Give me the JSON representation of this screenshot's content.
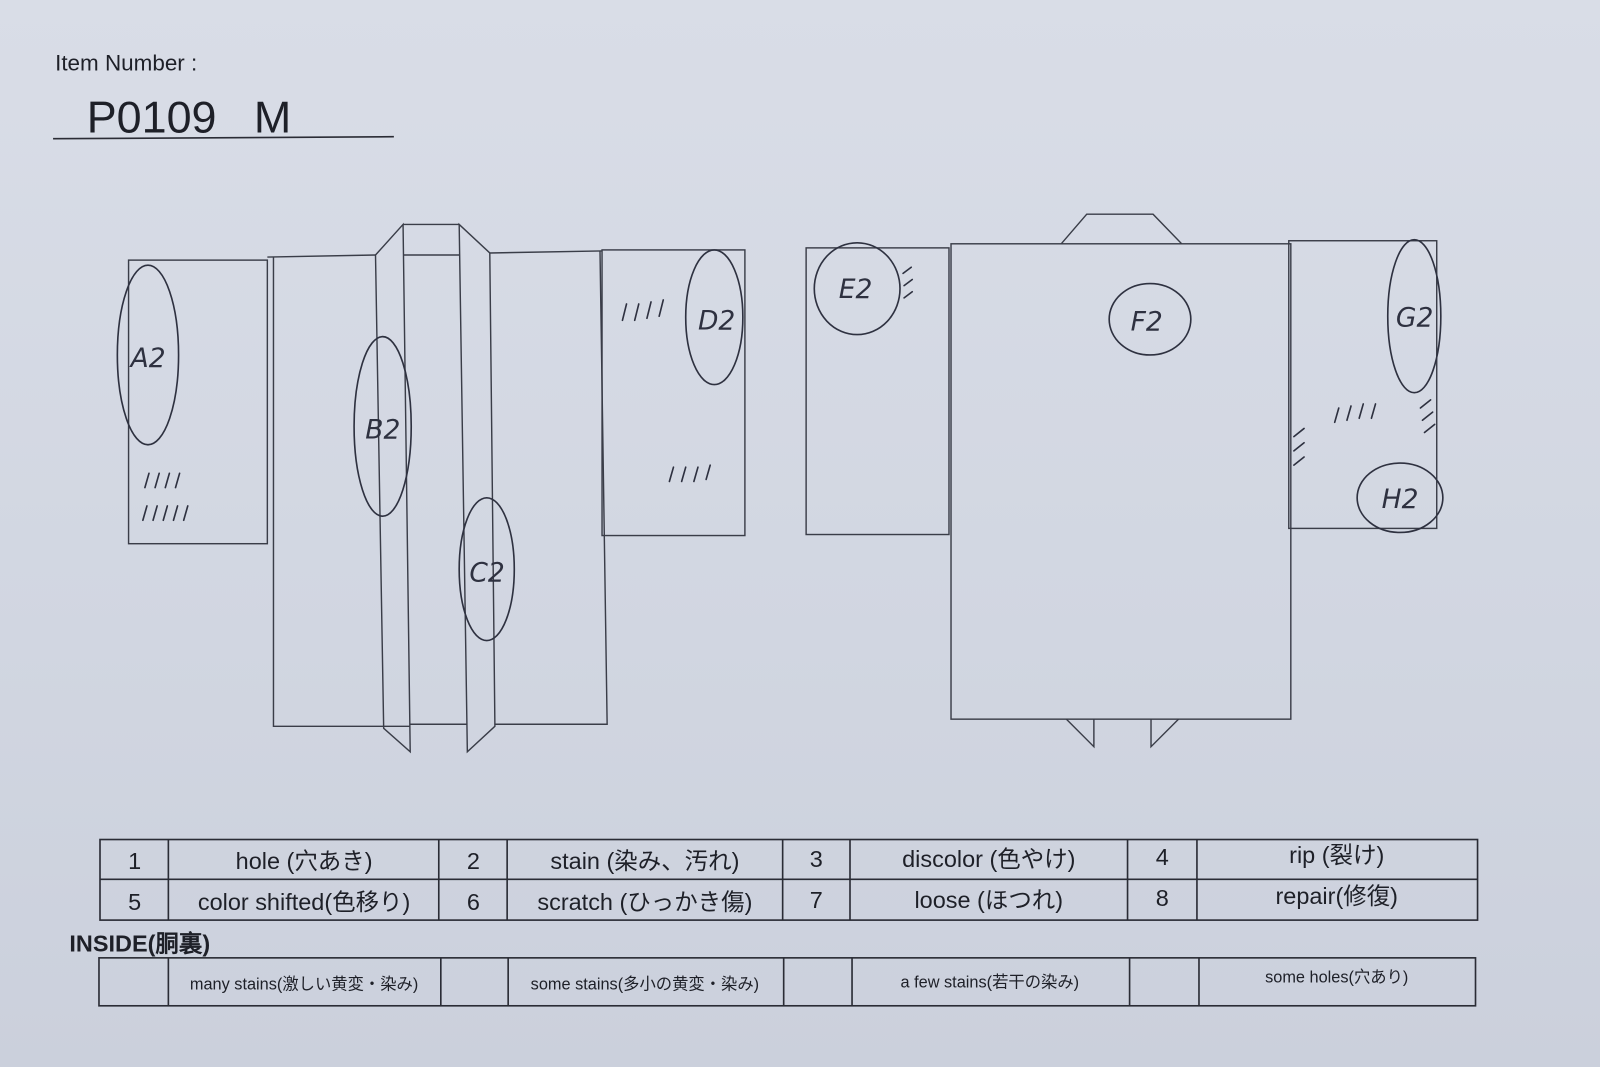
{
  "header": {
    "item_number_label": "Item Number :",
    "item_number_value": "P0109   M"
  },
  "diagram_marks": [
    "A2",
    "B2",
    "C2",
    "D2",
    "E2",
    "F2",
    "G2",
    "H2"
  ],
  "legend": {
    "rows": [
      [
        {
          "num": "1",
          "label": "hole (穴あき)"
        },
        {
          "num": "2",
          "label": "stain (染み、汚れ)"
        },
        {
          "num": "3",
          "label": "discolor (色やけ)"
        },
        {
          "num": "4",
          "label": "rip (裂け)"
        }
      ],
      [
        {
          "num": "5",
          "label": "color shifted(色移り)"
        },
        {
          "num": "6",
          "label": "scratch (ひっかき傷)"
        },
        {
          "num": "7",
          "label": "loose (ほつれ)"
        },
        {
          "num": "8",
          "label": "repair(修復)"
        }
      ]
    ]
  },
  "inside": {
    "title": "INSIDE(胴裏)",
    "options": [
      "many stains(激しい黄変・染み)",
      "some stains(多小の黄変・染み)",
      "a few stains(若干の染み)",
      "some holes(穴あり)"
    ]
  },
  "colors": {
    "paper": "#d5d9e3",
    "ink": "#2a2c35"
  }
}
